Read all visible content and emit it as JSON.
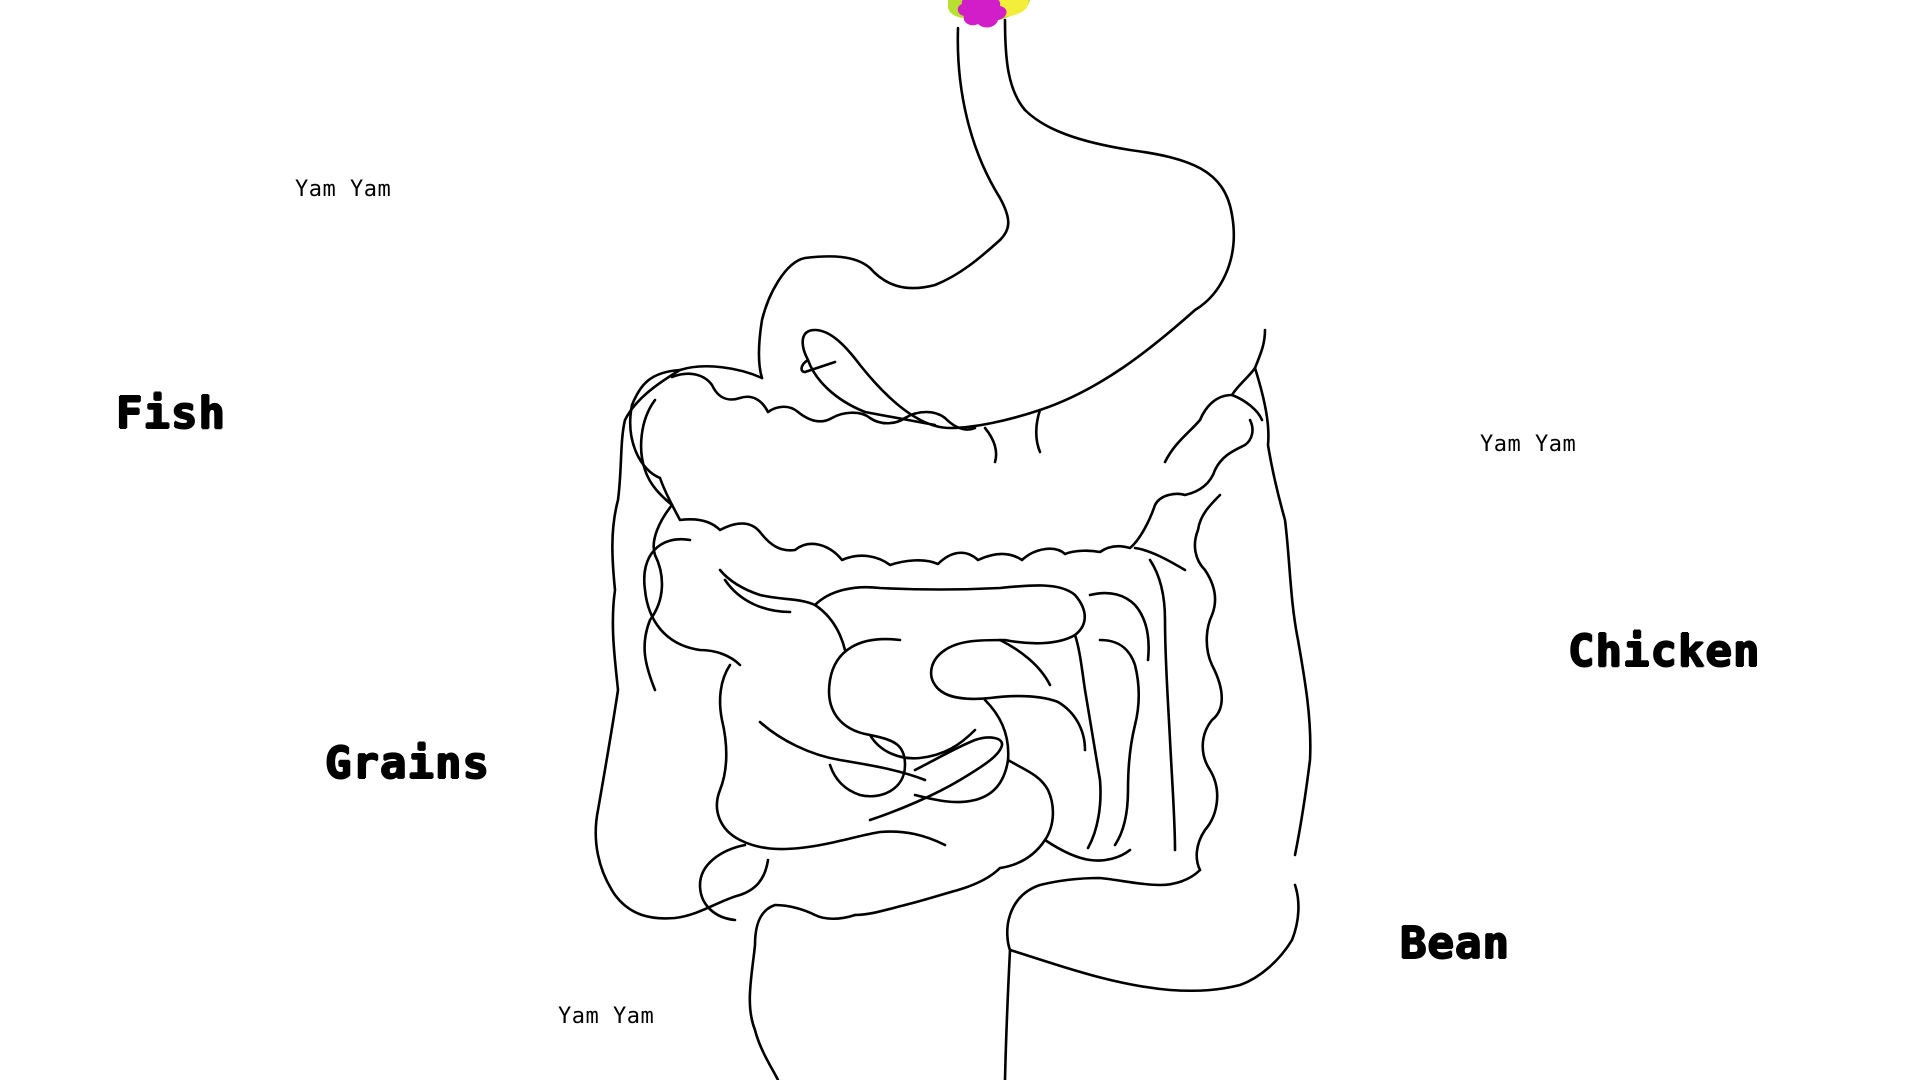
{
  "colors": {
    "outline": "#000000",
    "background": "#ffffff",
    "blob_yellow": "#f2ee3a",
    "blob_green": "#b8e030",
    "blob_magenta": "#d21ec8"
  },
  "labels": {
    "fish": "Fish",
    "grains": "Grains",
    "chicken": "Chicken",
    "bean": "Bean",
    "yam_1": "Yam Yam",
    "yam_2": "Yam Yam",
    "yam_3": "Yam Yam"
  }
}
